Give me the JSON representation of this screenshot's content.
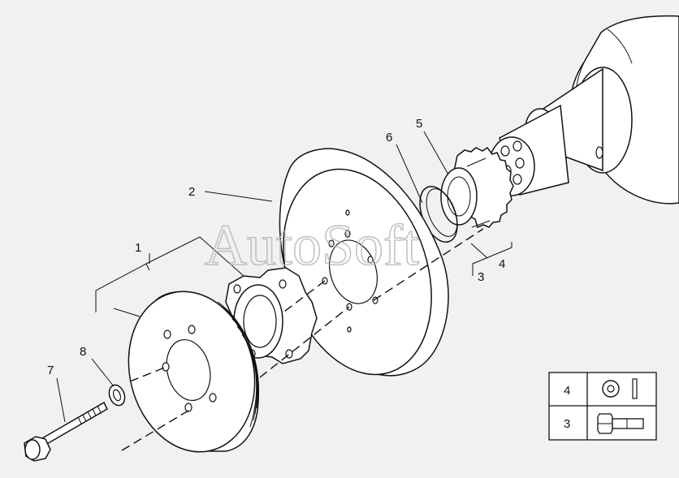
{
  "watermark": "AutoSoft",
  "callouts": {
    "c1": "1",
    "c2": "2",
    "c3": "3",
    "c4": "4",
    "c5": "5",
    "c6": "6",
    "c7": "7",
    "c8": "8"
  },
  "legend": {
    "rows": [
      {
        "number": "4",
        "icon": "washer-icon"
      },
      {
        "number": "3",
        "icon": "bolt-icon"
      }
    ]
  },
  "colors": {
    "background": "#f1f1f1",
    "line": "#111111",
    "watermark": "#b9b9b9"
  }
}
